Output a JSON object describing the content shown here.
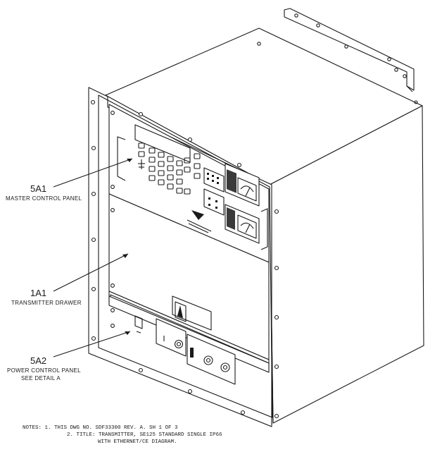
{
  "callouts": [
    {
      "id": "5A1",
      "code": "5A1",
      "title": "MASTER CONTROL PANEL",
      "sub": ""
    },
    {
      "id": "1A1",
      "code": "1A1",
      "title": "TRANSMITTER DRAWER",
      "sub": ""
    },
    {
      "id": "5A2",
      "code": "5A2",
      "title": "POWER CONTROL PANEL",
      "sub": "SEE DETAIL A"
    }
  ],
  "notes": {
    "line1": "NOTES: 1. THIS DWG NO. SDF33300 REV. A. SH 1 OF 3",
    "line2": "2. TITLE: TRANSMITTER, SE125 STANDARD SINGLE IP66",
    "line3": "WITH ETHERNET/CE DIAGRAM."
  },
  "colors": {
    "ink": "#1a1a1a",
    "paper": "#ffffff"
  }
}
